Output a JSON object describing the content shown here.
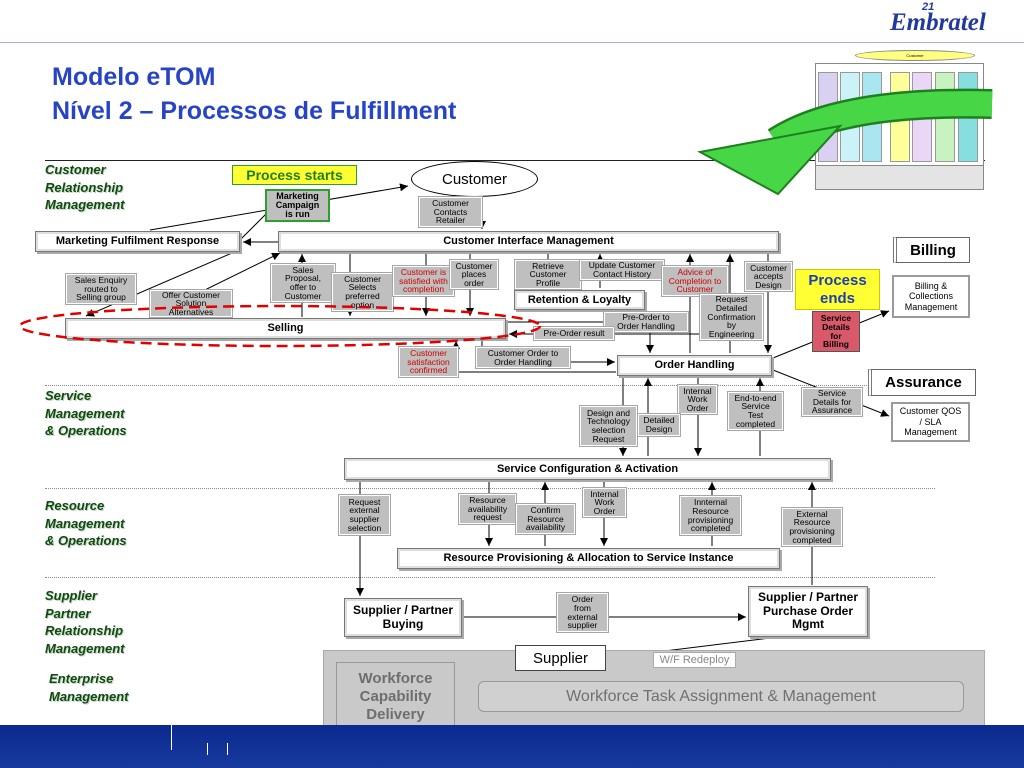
{
  "header": {
    "logo_number": "21",
    "logo_name": "Embratel",
    "title_line1": "Modelo eTOM",
    "title_line2": "Nível 2 – Processos de Fulfillment"
  },
  "framework_thumbnail": {
    "top_label": "Customer"
  },
  "layers": {
    "customer_relationship": "Customer\nRelationship\nManagement",
    "service": "Service\nManagement\n& Operations",
    "resource": "Resource\nManagement\n& Operations",
    "supplier_partner": "Supplier\nPartner\nRelationship\nManagement",
    "enterprise": "Enterprise\nManagement"
  },
  "markers": {
    "process_starts": "Process starts",
    "process_ends": "Process\nends"
  },
  "parties": {
    "customer": "Customer",
    "supplier": "Supplier"
  },
  "processes": {
    "marketing_fulfilment": "Marketing Fulfilment Response",
    "customer_interface": "Customer Interface Management",
    "selling": "Selling",
    "retention_loyalty": "Retention & Loyalty",
    "order_handling": "Order Handling",
    "service_configuration": "Service Configuration & Activation",
    "resource_provisioning": "Resource Provisioning & Allocation to Service Instance",
    "supplier_buying": "Supplier / Partner\nBuying",
    "supplier_po_mgmt": "Supplier / Partner\nPurchase Order\nMgmt"
  },
  "flows": {
    "marketing_campaign": "Marketing\nCampaign\nis run",
    "customer_contacts": "Customer\nContacts\nRetailer",
    "sales_enquiry": "Sales Enquiry\nrouted to\nSelling group",
    "offer_alternatives": "Offer Customer\nSolution\nAlternatives",
    "sales_proposal": "Sales\nProposal,\noffer to\nCustomer",
    "selects_option": "Customer\nSelects\npreferred\noption",
    "satisfied_completion": "Customer is\nsatisfied with\ncompletion",
    "places_order": "Customer\nplaces\norder",
    "retrieve_profile": "Retrieve\nCustomer\nProfile",
    "update_history": "Update Customer\nContact History",
    "advice_completion": "Advice of\nCompletion to\nCustomer",
    "accepts_design": "Customer\naccepts\nDesign",
    "request_confirmation": "Request\nDetailed\nConfirmation\nby\nEngineering",
    "preorder_to_oh": "Pre-Order to\nOrder Handling",
    "preorder_result": "Pre-Order result",
    "satisfaction_confirmed": "Customer\nsatisfaction\nconfirmed",
    "order_to_oh": "Customer Order to\nOrder Handling",
    "internal_work_order_service": "Internal\nWork\nOrder",
    "e2e_test": "End-to-end\nService\nTest\ncompleted",
    "details_assurance": "Service\nDetails for\nAssurance",
    "design_technology": "Design and\nTechnology\nselection\nRequest",
    "detailed_design": "Detailed\nDesign",
    "request_external": "Request\nexternal\nsupplier\nselection",
    "resource_availability": "Resource\navailability\nrequest",
    "confirm_resource": "Confirm\nResource\navailability",
    "internal_work_order_resource": "Internal\nWork\nOrder",
    "internal_resource_completed": "Innternal\nResource\nprovisioning\ncompleted",
    "external_resource_completed": "External\nResource\nprovisioning\ncompleted",
    "order_external": "Order\nfrom\nexternal\nsupplier",
    "details_billing": "Service\nDetails\nfor\nBilling"
  },
  "external_processes": {
    "billing_header": "Billing",
    "billing_collections": "Billing &\nCollections\nManagement",
    "assurance_header": "Assurance",
    "customer_qos": "Customer QOS\n/ SLA\nManagement"
  },
  "enterprise": {
    "workforce_capability": "Workforce\nCapability\nDelivery",
    "wf_redeploy": "W/F Redeploy",
    "workforce_task": "Workforce Task Assignment & Management"
  },
  "colors": {
    "title": "#2744c4",
    "logo": "#23399b",
    "layer_labels": "#0f4a0f",
    "flow_label_fill": "#bfbfbf",
    "red_text": "#d00000",
    "highlight_yellow": "#ffff33",
    "start_border_green": "#2e9e2e",
    "arrow_green": "#46d646",
    "billing_details_fill": "#d9586a",
    "selling_highlight": "#e00000",
    "footer_band": "#0b2a8f",
    "framework_columns": [
      "#dad0f2",
      "#cbf3f7",
      "#a9e6ef",
      "#ffff99",
      "#ead6f7",
      "#c9f2c1",
      "#86dede"
    ]
  }
}
